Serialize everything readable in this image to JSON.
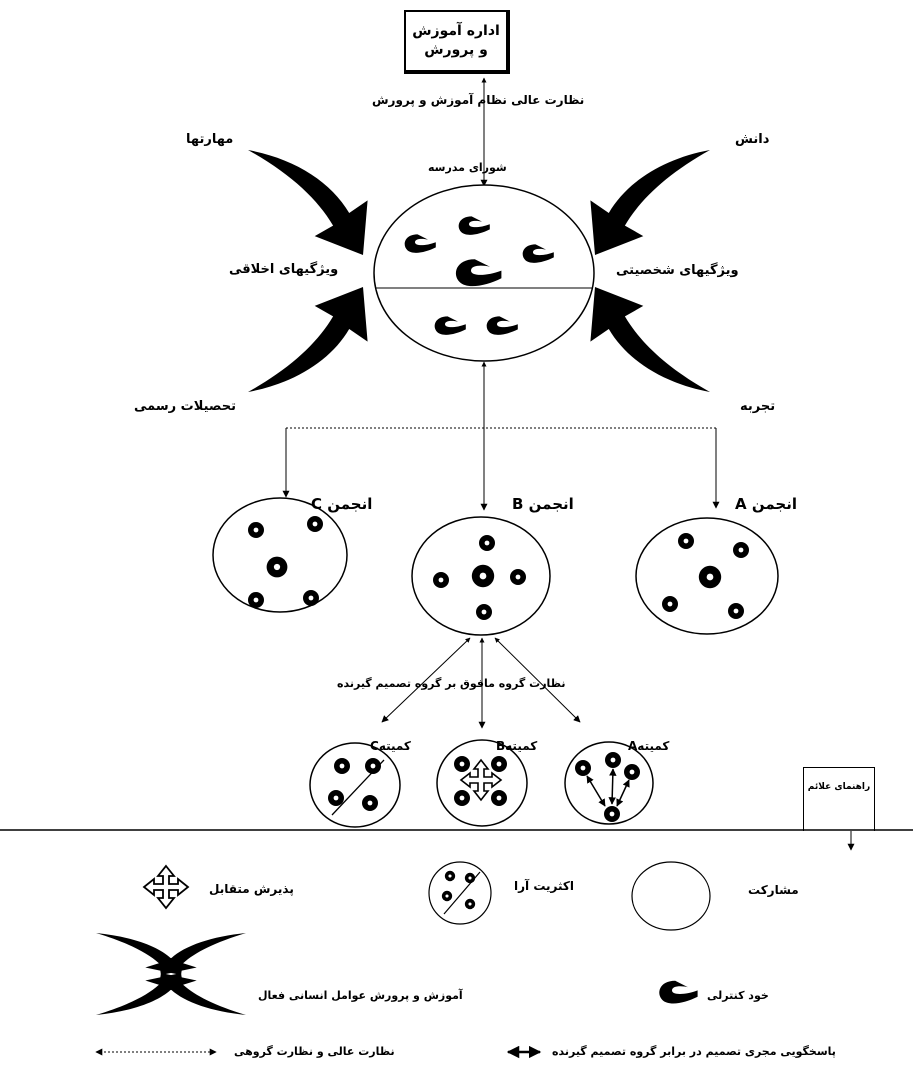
{
  "top_box": {
    "line1": "اداره آموزش",
    "line2": "و پرورش"
  },
  "labels": {
    "supervision_top": "نظارت عالی نظام آموزش و پرورش",
    "council": "شورای   مدرسه",
    "skills": "مهارتها",
    "knowledge": "دانش",
    "moral": "ویژگیهای اخلاقی",
    "personality": "ویژگیهای شخصیتی",
    "education": "تحصیلات رسمی",
    "experience": "تجربه",
    "assoc_c": "انجمن C",
    "assoc_b": "انجمن B",
    "assoc_a": "انجمن A",
    "supervision_mid": "نظارت گروه مافوق بر گروه تصمیم گیرنده",
    "committee_c": "کمیتهC",
    "committee_b": "کمیتهB",
    "committee_a": "کمیتهA",
    "guide": "راهنمای علائم"
  },
  "legend": {
    "participation": "مشارکت",
    "majority": "اکثریت آرا",
    "mutual": "پذیرش متقابل",
    "self_control": "خود کنترلی",
    "training": "آموزش و پرورش عوامل انسانی فعال",
    "accountability": "پاسخگویی مجری تصمیم در برابر گروه تصمیم گیرنده",
    "supervision": "نظارت عالی و نظارت گروهی"
  },
  "colors": {
    "ink": "#000000",
    "background": "#ffffff"
  }
}
